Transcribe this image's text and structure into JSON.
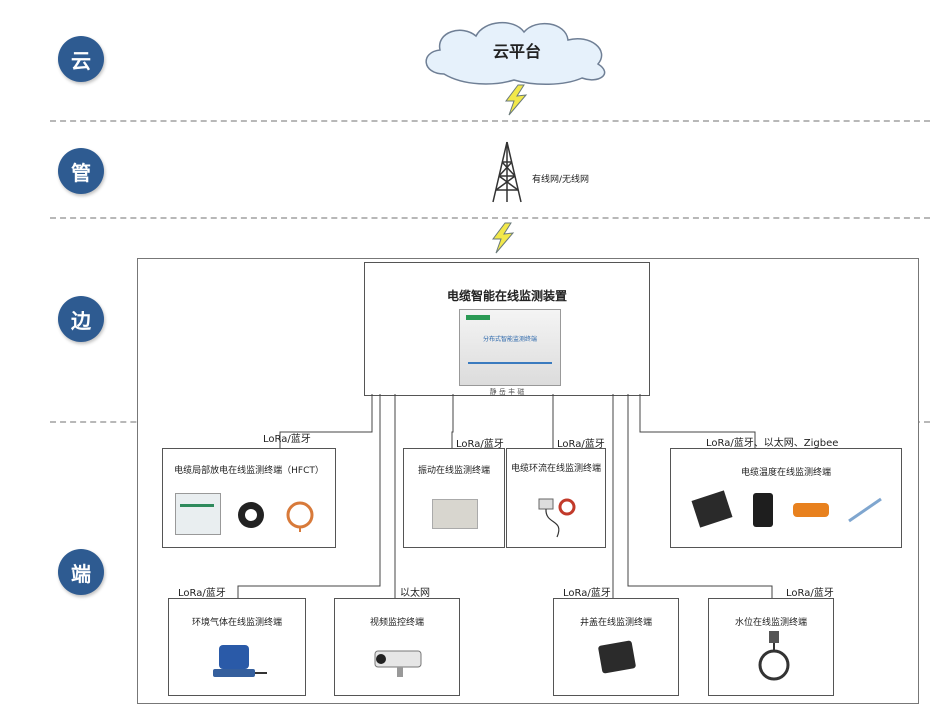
{
  "layers": {
    "cloud": "云",
    "pipe": "管",
    "edge": "边",
    "terminal": "端"
  },
  "cloud_label": "云平台",
  "network_label": "有线网/无线网",
  "edge_device": {
    "title": "电缆智能在线监测装置",
    "panel_text": "分布式智能监测终端",
    "footer_text": "静 岳 丰 磁"
  },
  "links": {
    "l1": "LoRa/蓝牙",
    "l2": "LoRa/蓝牙",
    "l3": "LoRa/蓝牙",
    "l4": "LoRa/蓝牙、以太网、Zigbee",
    "l5": "LoRa/蓝牙",
    "l6": "以太网",
    "l7": "LoRa/蓝牙",
    "l8": "LoRa/蓝牙"
  },
  "terminals": {
    "t1": "电缆局部放电在线监测终端（HFCT）",
    "t2": "振动在线监测终端",
    "t3": "电缆环流在线监测终端",
    "t4": "电缆温度在线监测终端",
    "t5": "环境气体在线监测终端",
    "t6": "视频监控终端",
    "t7": "井盖在线监测终端",
    "t8": "水位在线监测终端"
  },
  "colors": {
    "layer_circle": "#2e5b91",
    "lightning": "#f2e84a",
    "cloud_fill": "#e6f1fb"
  }
}
